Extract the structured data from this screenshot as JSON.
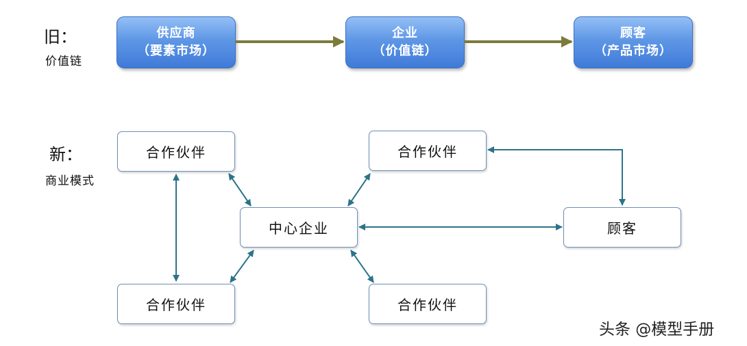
{
  "old_section": {
    "title": "旧：",
    "subtitle": "价值链",
    "boxes": [
      {
        "line1": "供应商",
        "line2": "（要素市场）"
      },
      {
        "line1": "企业",
        "line2": "（价值链）"
      },
      {
        "line1": "顾客",
        "line2": "（产品市场）"
      }
    ]
  },
  "new_section": {
    "title": "新：",
    "subtitle": "商业模式",
    "partner_top_left": "合作伙伴",
    "partner_top_right": "合作伙伴",
    "partner_bottom_left": "合作伙伴",
    "partner_bottom_right": "合作伙伴",
    "center": "中心企业",
    "customer": "顾客"
  },
  "colors": {
    "chain_arrow": "#7b7b3c",
    "network_arrow": "#2c7389",
    "blue_box": "#4f86dd"
  },
  "watermark": "头条 @模型手册"
}
